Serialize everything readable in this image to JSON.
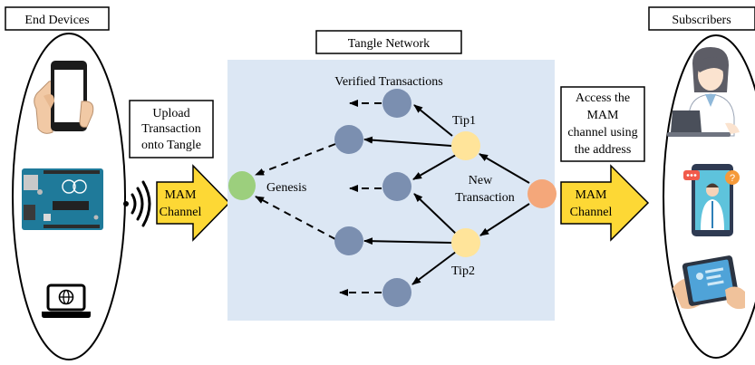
{
  "end_devices": {
    "title": "End Devices",
    "icons": [
      "smartphone-icon",
      "arduino-board-icon",
      "laptop-icon",
      "wireless-signal-icon"
    ]
  },
  "upload": {
    "lines": [
      "Upload",
      "Transaction",
      "onto Tangle"
    ]
  },
  "mam_left": {
    "lines": [
      "MAM",
      "Channel"
    ],
    "color": "#fdd835"
  },
  "tangle": {
    "title": "Tangle Network",
    "panel_color": "#dce7f4",
    "verified_label": "Verified Transactions",
    "genesis_label": "Genesis",
    "tip1_label": "Tip1",
    "tip2_label": "Tip2",
    "new_tx_lines": [
      "New",
      "Transaction"
    ],
    "colors": {
      "verified": "#7b8fb0",
      "genesis": "#9ccf7d",
      "tip": "#ffe49a",
      "new": "#f4a77a"
    }
  },
  "access": {
    "lines": [
      "Access the",
      "MAM",
      "channel using",
      "the address"
    ]
  },
  "mam_right": {
    "lines": [
      "MAM",
      "Channel"
    ],
    "color": "#fdd835"
  },
  "subscribers": {
    "title": "Subscribers",
    "icons": [
      "doctor-laptop-icon",
      "telemedicine-phone-icon",
      "tablet-health-icon"
    ]
  }
}
